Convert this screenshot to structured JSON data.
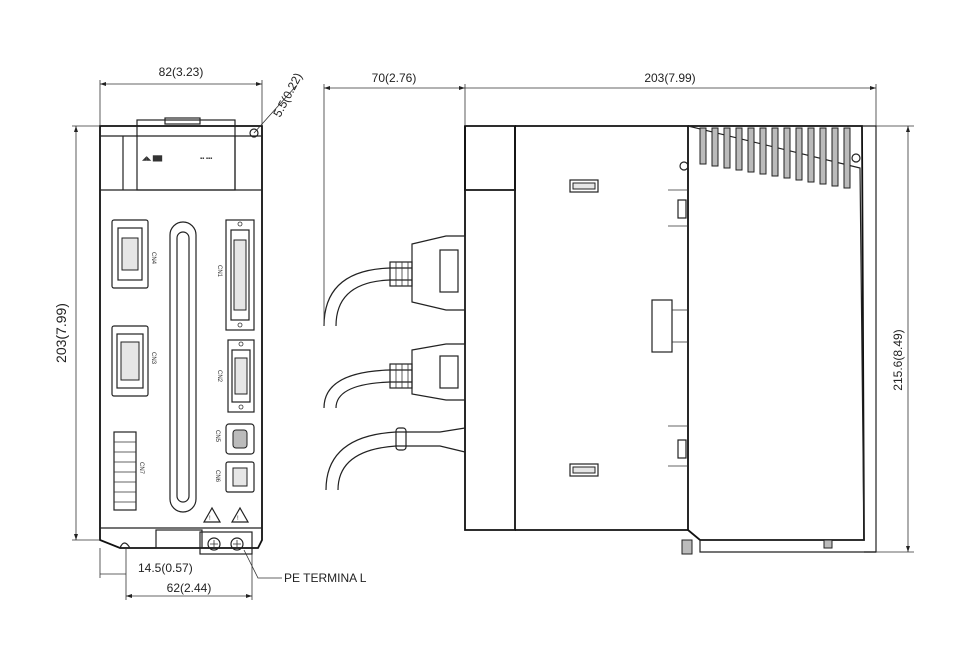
{
  "dimensions": {
    "front_width": "82(3.23)",
    "mount_hole": "5.5(0.22)",
    "front_height": "203(7.99)",
    "bottom_offset": "14.5(0.57)",
    "bottom_width": "62(2.44)",
    "cable_depth": "70(2.76)",
    "side_depth": "203(7.99)",
    "side_height": "215.6(8.49)"
  },
  "labels": {
    "pe_terminal": "PE TERMINA L"
  }
}
